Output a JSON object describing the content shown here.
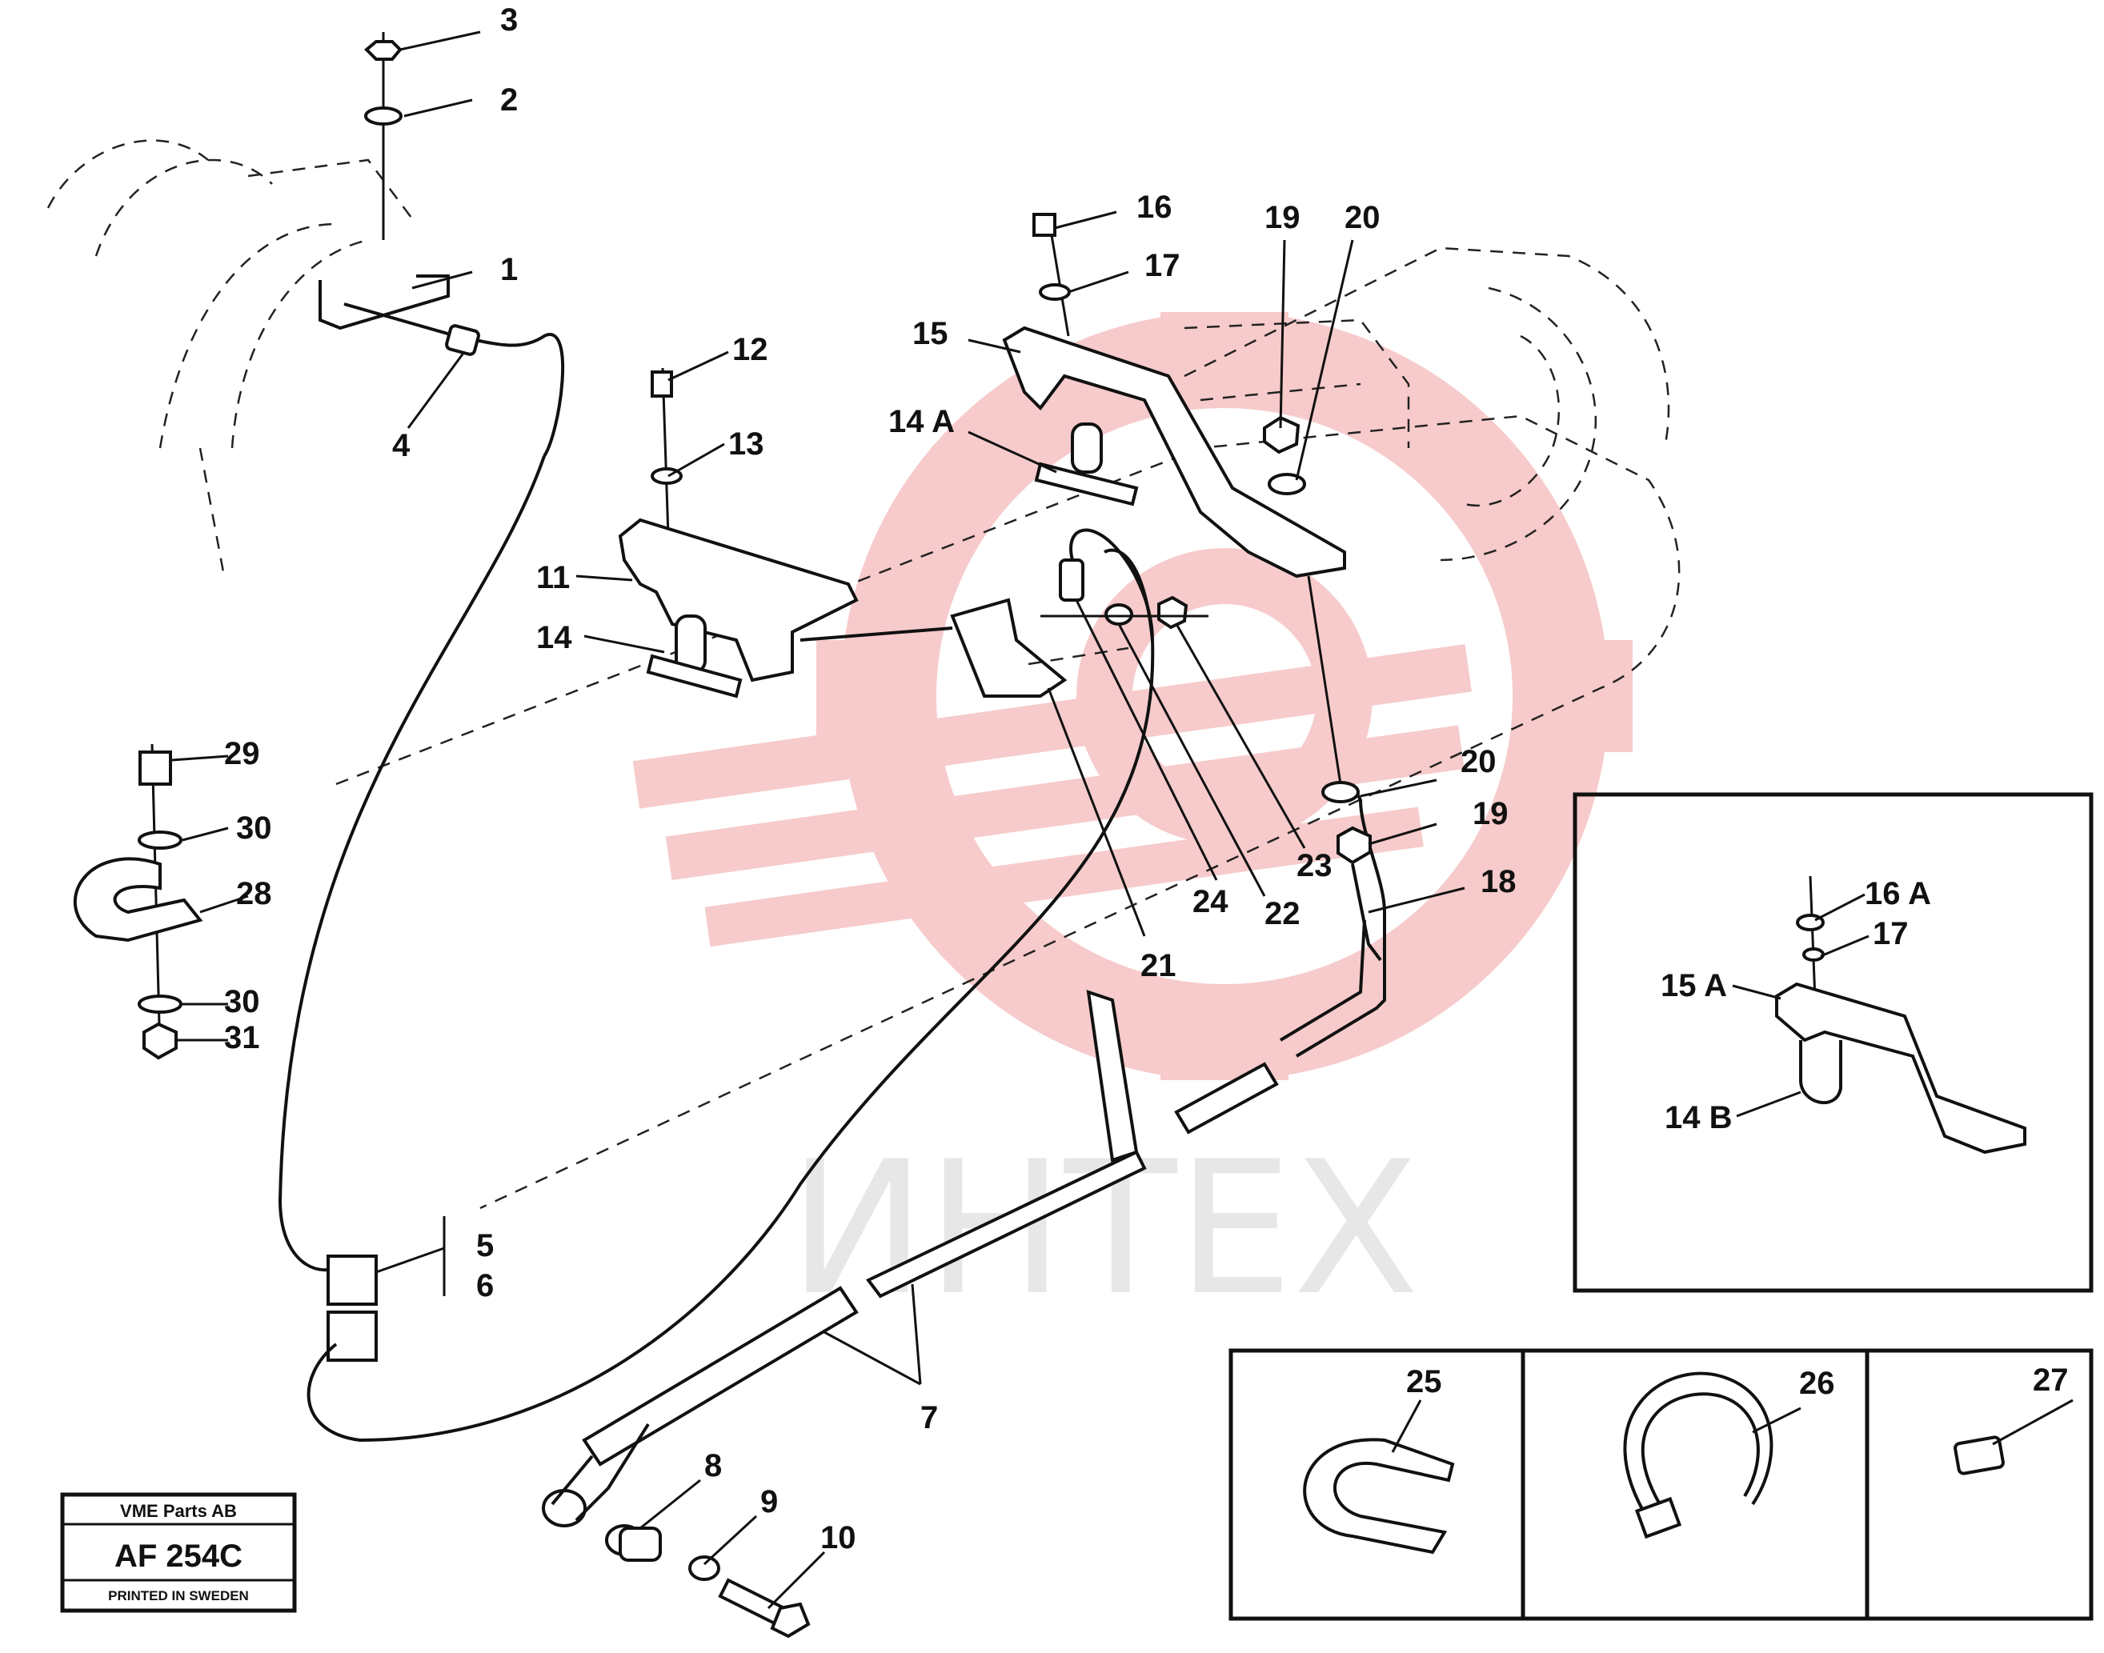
{
  "title_block": {
    "company": "VME Parts AB",
    "code": "AF 254C",
    "footer": "PRINTED IN SWEDEN"
  },
  "watermark": {
    "text": "ИНТЕХ",
    "color": "#f2b8b8"
  },
  "callouts": {
    "c1": "1",
    "c2": "2",
    "c3": "3",
    "c4": "4",
    "c5": "5",
    "c6": "6",
    "c7": "7",
    "c8": "8",
    "c9": "9",
    "c10": "10",
    "c11": "11",
    "c12": "12",
    "c13": "13",
    "c14": "14",
    "c14a": "14 A",
    "c15": "15",
    "c16": "16",
    "c17": "17",
    "c18": "18",
    "c19a": "19",
    "c19b": "19",
    "c20a": "20",
    "c20b": "20",
    "c21": "21",
    "c22": "22",
    "c23": "23",
    "c24": "24",
    "c25": "25",
    "c26": "26",
    "c27": "27",
    "c28": "28",
    "c29": "29",
    "c30a": "30",
    "c30b": "30",
    "c31": "31"
  },
  "inset_callouts": {
    "c14b": "14 B",
    "c15a": "15 A",
    "c16a": "16 A",
    "c17i": "17"
  }
}
